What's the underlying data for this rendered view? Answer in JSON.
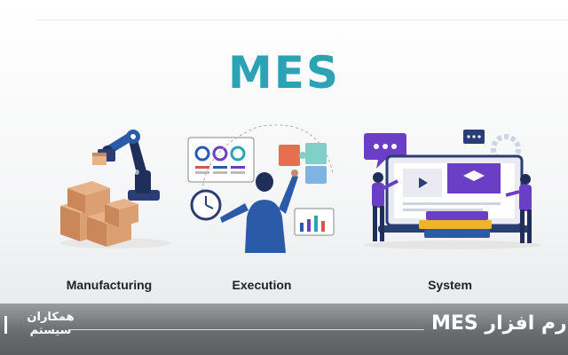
{
  "title": "MES",
  "colors": {
    "title": "#2ba3b5",
    "figure_blue": "#2a5aa8",
    "purple": "#6a3fc6",
    "box": "#d89a6c"
  },
  "sections": [
    {
      "caption": "Manufacturing",
      "icon": "robot-arm-boxes"
    },
    {
      "caption": "Execution",
      "icon": "person-dashboard-puzzle"
    },
    {
      "caption": "System",
      "icon": "people-laptop-learning"
    }
  ],
  "footer": {
    "logo_line1": "همکاران",
    "logo_line2": "سیستم",
    "title": "رم افزار MES"
  }
}
